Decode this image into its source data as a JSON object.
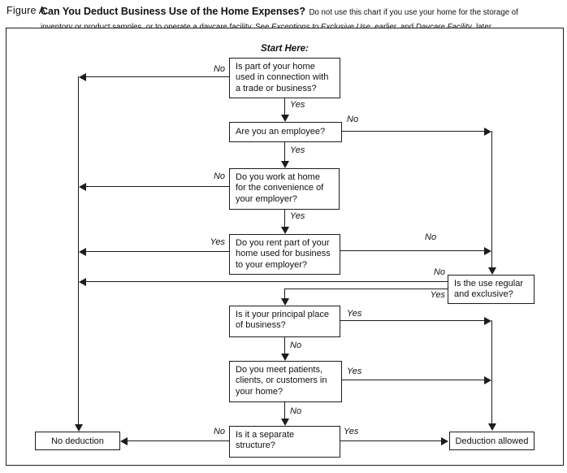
{
  "header": {
    "figure_label": "Figure A.",
    "title": "Can You Deduct Business Use of the Home Expenses?",
    "note_line1": "Do not use this chart if you use your home for the storage of",
    "note_line2_pre": "inventory or product samples, or to operate a daycare facility. See ",
    "note_italic1": "Exceptions to Exclusive Use",
    "note_mid": ", earlier, and ",
    "note_italic2": "Daycare Facility",
    "note_end": ", later."
  },
  "flowchart": {
    "start_label": "Start Here:",
    "colors": {
      "line": "#1c1c1c",
      "background": "#ffffff"
    },
    "nodes": {
      "q1": "Is part of your home\nused in connection with\na trade or business?",
      "q2": "Are you an employee?",
      "q3": "Do you work at home\nfor the convenience of\nyour employer?",
      "q4": "Do you rent part of your\nhome used for business\nto your employer?",
      "q5": "Is the use regular\nand exclusive?",
      "q6": "Is it your principal place\nof business?",
      "q7": "Do you meet patients,\nclients, or customers in\nyour home?",
      "q8": "Is it a separate\nstructure?",
      "no_deduction": "No deduction",
      "deduction_allowed": "Deduction allowed"
    },
    "edges": [
      {
        "from": "q1",
        "label": "No",
        "to": "no_deduction"
      },
      {
        "from": "q1",
        "label": "Yes",
        "to": "q2"
      },
      {
        "from": "q2",
        "label": "No",
        "to": "q5"
      },
      {
        "from": "q2",
        "label": "Yes",
        "to": "q3"
      },
      {
        "from": "q3",
        "label": "No",
        "to": "no_deduction"
      },
      {
        "from": "q3",
        "label": "Yes",
        "to": "q4"
      },
      {
        "from": "q4",
        "label": "Yes",
        "to": "no_deduction"
      },
      {
        "from": "q4",
        "label": "No",
        "to": "q5"
      },
      {
        "from": "q5",
        "label": "No",
        "to": "no_deduction"
      },
      {
        "from": "q5",
        "label": "Yes",
        "to": "q6"
      },
      {
        "from": "q6",
        "label": "Yes",
        "to": "deduction_allowed"
      },
      {
        "from": "q6",
        "label": "No",
        "to": "q7"
      },
      {
        "from": "q7",
        "label": "Yes",
        "to": "deduction_allowed"
      },
      {
        "from": "q7",
        "label": "No",
        "to": "q8"
      },
      {
        "from": "q8",
        "label": "No",
        "to": "no_deduction"
      },
      {
        "from": "q8",
        "label": "Yes",
        "to": "deduction_allowed"
      }
    ]
  }
}
